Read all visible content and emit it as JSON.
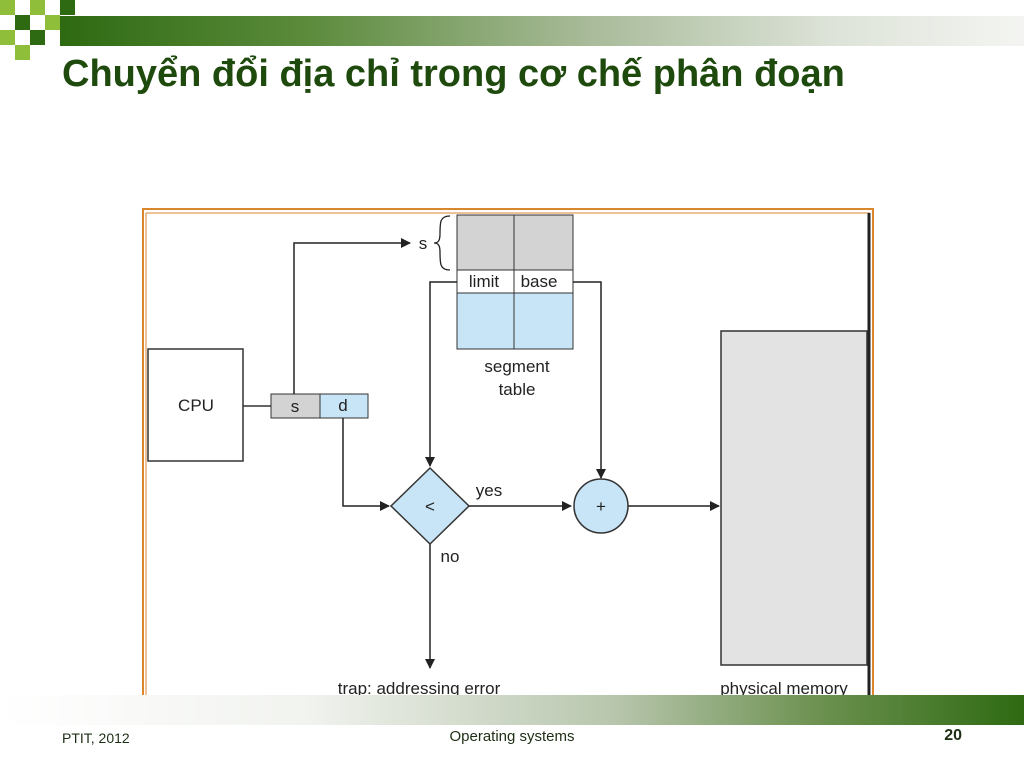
{
  "slide": {
    "title": "Chuyển đổi địa chỉ trong cơ chế phân đoạn"
  },
  "diagram": {
    "cpu_label": "CPU",
    "address_s": "s",
    "address_d": "d",
    "segment_index_label": "s",
    "limit_label": "limit",
    "base_label": "base",
    "segment_table_line1": "segment",
    "segment_table_line2": "table",
    "compare_symbol": "<",
    "adder_symbol": "+",
    "yes_label": "yes",
    "no_label": "no",
    "trap_label": "trap: addressing error",
    "physical_memory_label": "physical memory"
  },
  "footer": {
    "left": "PTIT, 2012",
    "center": "Operating systems",
    "page_number": "20"
  },
  "colors": {
    "title": "#1f4a0d",
    "accent_green": "#2e6a12",
    "light_green": "#8fbf3a",
    "frame_orange": "#d9862e",
    "table_gray": "#d3d3d3",
    "table_blue": "#c8e4f7",
    "memory_gray": "#e3e3e3"
  }
}
